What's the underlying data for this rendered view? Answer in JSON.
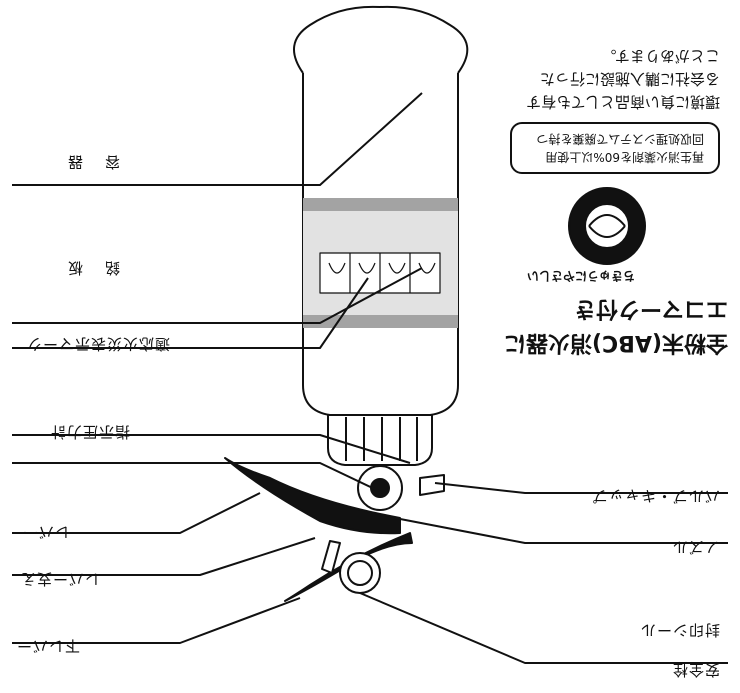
{
  "labels": {
    "container": "容器",
    "label_plate": "銘板",
    "suitable_label": "適応火災表示マーク",
    "pressure_gauge": "指示圧力計",
    "lever": "レバー",
    "lever_holder": "レバー支え",
    "handle_lever": "下レバー",
    "valve_cap": "バルブ・キャップ",
    "nozzle": "ノズル",
    "seal": "封印シール",
    "safety_pin": "安全栓"
  },
  "product": {
    "title_line1": "全粉末(ABC)消火器に",
    "title_line2": "エコマーク付き"
  },
  "eco_mark": {
    "ring_text": "ちきゅうにやさしい",
    "badge_line1": "再生消火薬剤を60%以上使用",
    "badge_line2": "回収処理システムで廃棄を持つ"
  },
  "note": {
    "line1": "環境に負い商品としても有す",
    "line2": "る会社に購入施設に行った",
    "line3": "ことがあります。"
  },
  "colors": {
    "ink": "#111111",
    "band": "#a3a3a3",
    "body": "#ffffff"
  }
}
